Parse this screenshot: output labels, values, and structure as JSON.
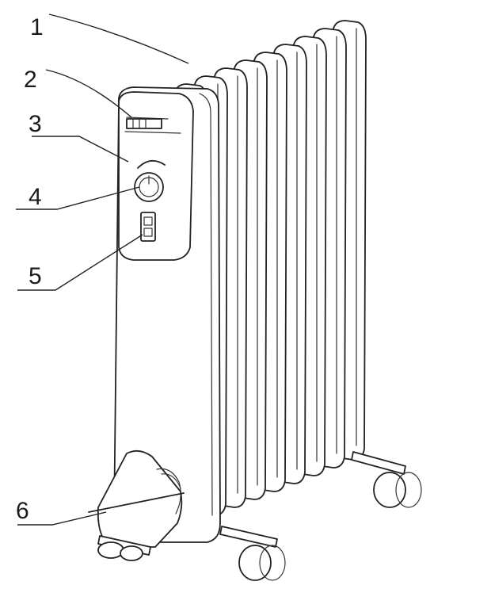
{
  "callouts": [
    {
      "id": "1",
      "label": "1"
    },
    {
      "id": "2",
      "label": "2"
    },
    {
      "id": "3",
      "label": "3"
    },
    {
      "id": "4",
      "label": "4"
    },
    {
      "id": "5",
      "label": "5"
    },
    {
      "id": "6",
      "label": "6"
    }
  ],
  "colors": {
    "ink": "#222222",
    "paper": "#ffffff"
  }
}
